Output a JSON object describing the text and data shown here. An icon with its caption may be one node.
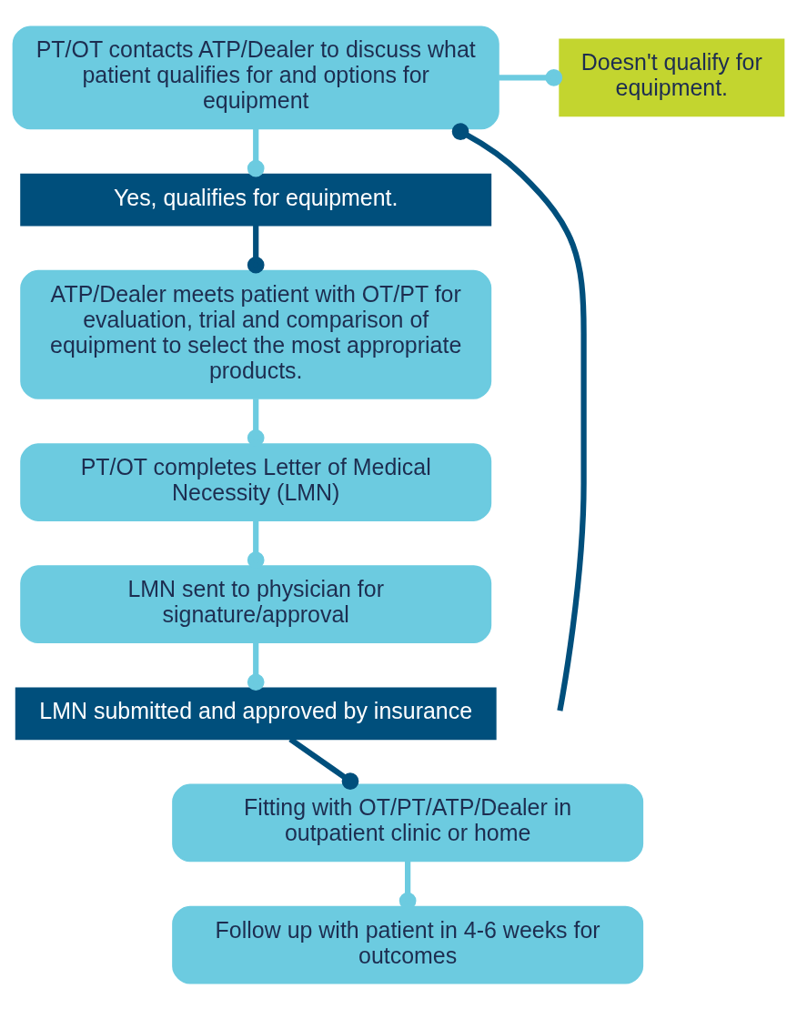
{
  "diagram": {
    "nodes": [
      {
        "text": [
          "PT/OT contacts ATP/Dealer to discuss what patient qualifies for and options for equipment"
        ]
      },
      {
        "text": [
          "Doesn't qualify for equipment."
        ]
      },
      {
        "text": [
          "Yes, qualifies for equipment."
        ]
      },
      {
        "text": [
          "ATP/Dealer meets patient with OT/PT for evaluation, trial and comparison of equipment to select the most appropriate products."
        ]
      },
      {
        "text": [
          "PT/OT completes Letter of Medical Necessity (LMN)"
        ]
      },
      {
        "text": [
          "LMN sent to physician for signature/approval"
        ]
      },
      {
        "text": [
          "LMN submitted and approved by insurance"
        ]
      },
      {
        "text": [
          "Fitting with OT/PT/ATP/Dealer in outpatient clinic or home"
        ]
      },
      {
        "text": [
          "Follow up with patient in 4-6 weeks for outcomes"
        ]
      }
    ],
    "edges": [
      {
        "from": 0,
        "to": 1,
        "arrow": "other"
      },
      {
        "from": 0,
        "to": 2,
        "arrow": "other"
      },
      {
        "from": 2,
        "to": 3,
        "arrow": "other",
        "color": "#004f7c"
      },
      {
        "from": 3,
        "to": 4,
        "arrow": "other"
      },
      {
        "from": 4,
        "to": 5,
        "arrow": "other"
      },
      {
        "from": 5,
        "to": 6,
        "arrow": "other"
      },
      {
        "from": 6,
        "to": 7,
        "arrow": "other",
        "color": "#004f7c"
      },
      {
        "from": 7,
        "to": 8,
        "arrow": "other"
      },
      {
        "from": null,
        "to": 0,
        "arrow": "other",
        "color": "#004f7c"
      }
    ]
  }
}
